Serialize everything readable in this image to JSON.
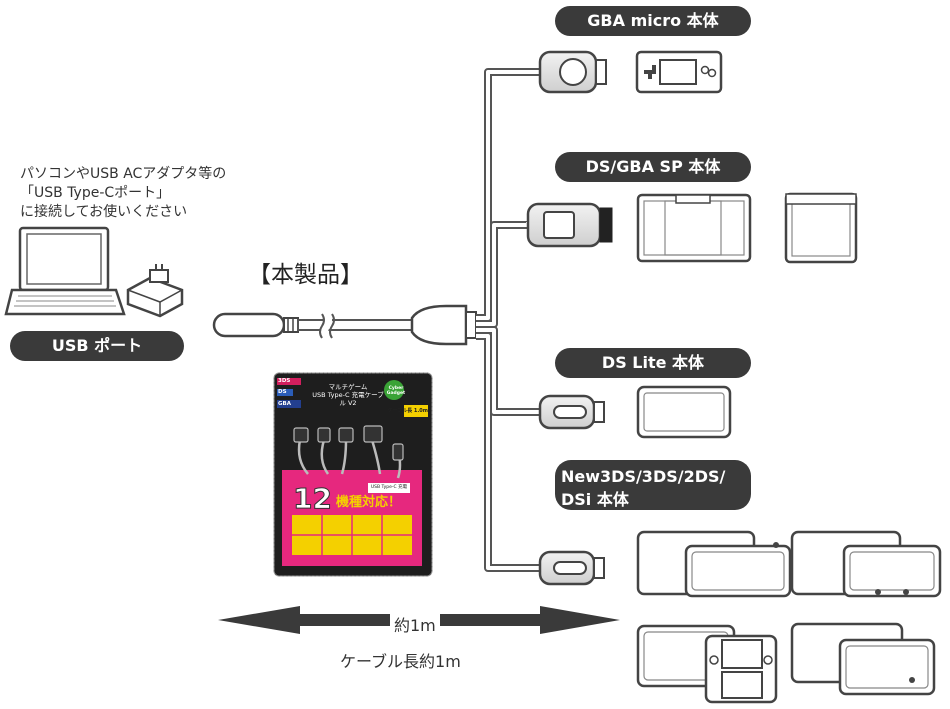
{
  "labels": {
    "usb_note_line1": "パソコンやUSB ACアダプタ等の",
    "usb_note_line2": "「USB Type-Cポート」",
    "usb_note_line3": "に接続してお使いください",
    "usb_port": "USB ポート",
    "product": "【本製品】",
    "length_short": "約1m",
    "length_full": "ケーブル長約1m"
  },
  "targets": [
    {
      "label": "GBA micro 本体"
    },
    {
      "label": "DS/GBA SP 本体"
    },
    {
      "label": "DS Lite 本体"
    },
    {
      "label_line1": "New3DS/3DS/2DS/",
      "label_line2": "DSi 本体"
    }
  ],
  "package": {
    "brand": "Cyber Gadget",
    "title_line1": "マルチゲーム",
    "title_line2": "USB Type-C 充電ケーブル V2",
    "length_tag": "ケーブル長 1.0m",
    "badge_number": "12",
    "badge_text": "機種対応！",
    "tag_3ds": "3DS",
    "tag_ds": "DS",
    "tag_gba": "GBA",
    "usb_tag": "USB Type-C 充電"
  },
  "colors": {
    "pill_bg": "#3a3a3a",
    "package_bg": "#1e1e1e",
    "package_pink": "#e6287e",
    "package_yellow": "#f4d000"
  }
}
